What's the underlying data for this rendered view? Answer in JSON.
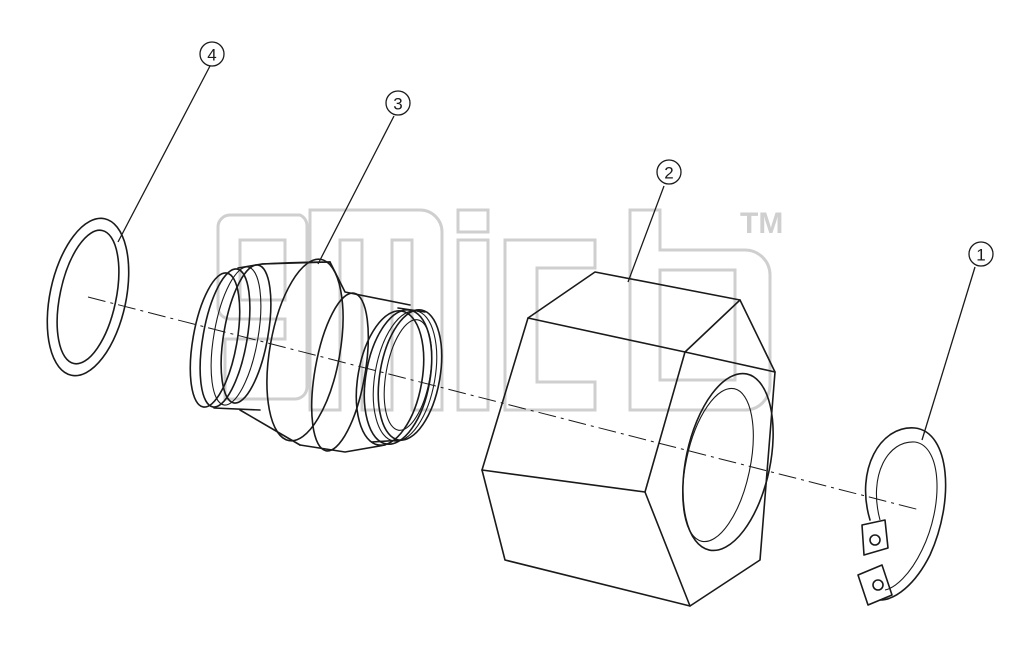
{
  "diagram": {
    "callouts": [
      {
        "id": "item-1",
        "label": "1"
      },
      {
        "id": "item-2",
        "label": "2"
      },
      {
        "id": "item-3",
        "label": "3"
      },
      {
        "id": "item-4",
        "label": "4"
      }
    ],
    "watermark": {
      "text": "gmcb",
      "trademark": "TM"
    }
  }
}
